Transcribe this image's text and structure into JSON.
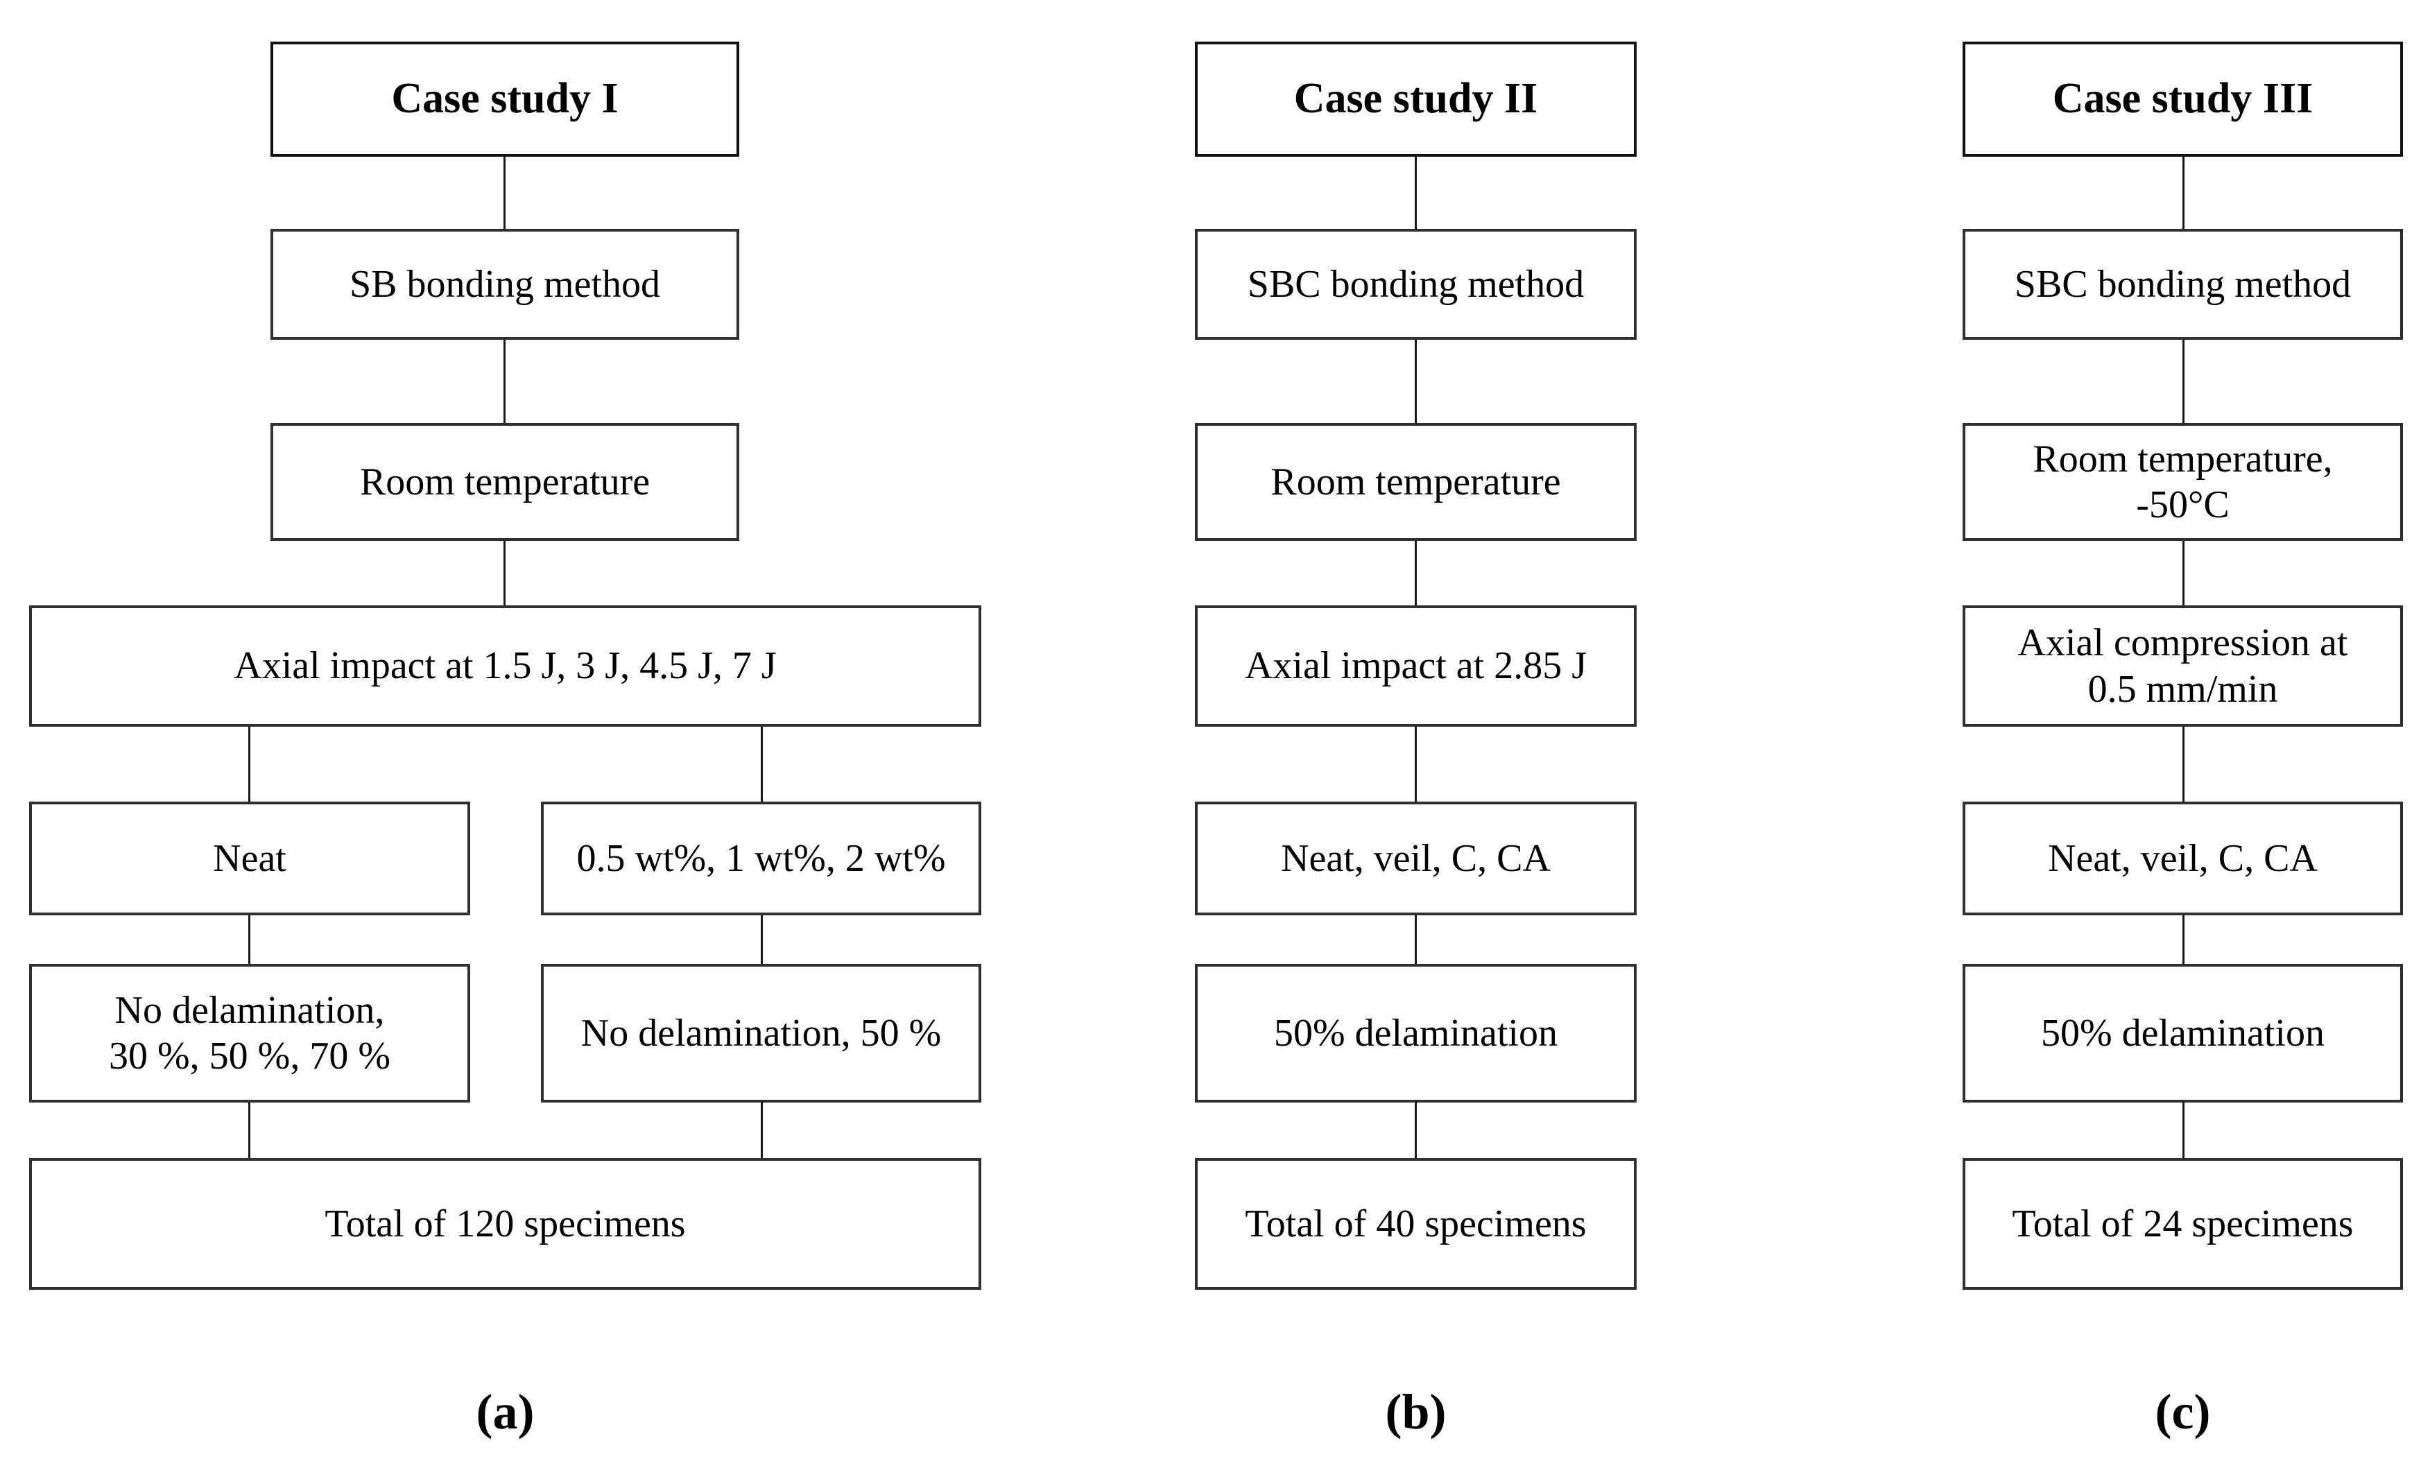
{
  "figure": {
    "type": "flowchart",
    "panel_count": 3,
    "description": "Three-panel experimental design flowchart for case studies I, II and III"
  },
  "panels": [
    {
      "id": "panel-a",
      "caption": "(a)",
      "header": "Case study I",
      "nodes": [
        {
          "id": "a1",
          "label": "SB bonding method"
        },
        {
          "id": "a2",
          "label": "Room temperature"
        },
        {
          "id": "a3",
          "label": "Axial impact at 1.5 J, 3 J, 4.5 J, 7 J"
        },
        {
          "id": "a4l",
          "label": "Neat"
        },
        {
          "id": "a4r",
          "label": "0.5 wt%, 1 wt%, 2 wt%"
        },
        {
          "id": "a5l",
          "label": "No delamination,\n30 %, 50 %, 70 %"
        },
        {
          "id": "a5r",
          "label": "No delamination, 50 %"
        },
        {
          "id": "a6",
          "label": "Total of 120 specimens"
        }
      ]
    },
    {
      "id": "panel-b",
      "caption": "(b)",
      "header": "Case study II",
      "nodes": [
        {
          "id": "b1",
          "label": "SBC bonding method"
        },
        {
          "id": "b2",
          "label": "Room temperature"
        },
        {
          "id": "b3",
          "label": "Axial impact at 2.85 J"
        },
        {
          "id": "b4",
          "label": "Neat, veil, C, CA"
        },
        {
          "id": "b5",
          "label": "50% delamination"
        },
        {
          "id": "b6",
          "label": "Total of 40 specimens"
        }
      ]
    },
    {
      "id": "panel-c",
      "caption": "(c)",
      "header": "Case study III",
      "nodes": [
        {
          "id": "c1",
          "label": "SBC bonding method"
        },
        {
          "id": "c2",
          "label": "Room temperature,\n-50°C"
        },
        {
          "id": "c3",
          "label": "Axial compression at\n0.5 mm/min"
        },
        {
          "id": "c4",
          "label": "Neat, veil, C, CA"
        },
        {
          "id": "c5",
          "label": "50% delamination"
        },
        {
          "id": "c6",
          "label": "Total of 24 specimens"
        }
      ]
    }
  ],
  "colors": {
    "background": "#ffffff",
    "box_border": "#2f2f2f",
    "header_border": "#111111",
    "connector": "#1a1a1a",
    "text": "#000000"
  }
}
